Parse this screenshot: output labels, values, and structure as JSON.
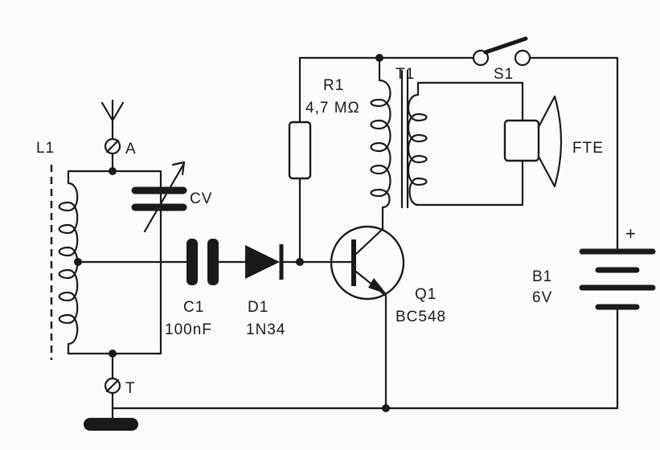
{
  "labels": {
    "L1": "L1",
    "A": "A",
    "CV": "CV",
    "T": "T",
    "C1_name": "C1",
    "C1_value": "100nF",
    "D1_name": "D1",
    "D1_value": "1N34",
    "R1_name": "R1",
    "R1_value": "4,7 MΩ",
    "T1": "T1",
    "S1": "S1",
    "FTE": "FTE",
    "Q1_name": "Q1",
    "Q1_value": "BC548",
    "B1_name": "B1",
    "B1_value": "6V",
    "plus": "+"
  },
  "colors": {
    "ink": "#1a1a1a",
    "paper": "#fbfbfa"
  }
}
